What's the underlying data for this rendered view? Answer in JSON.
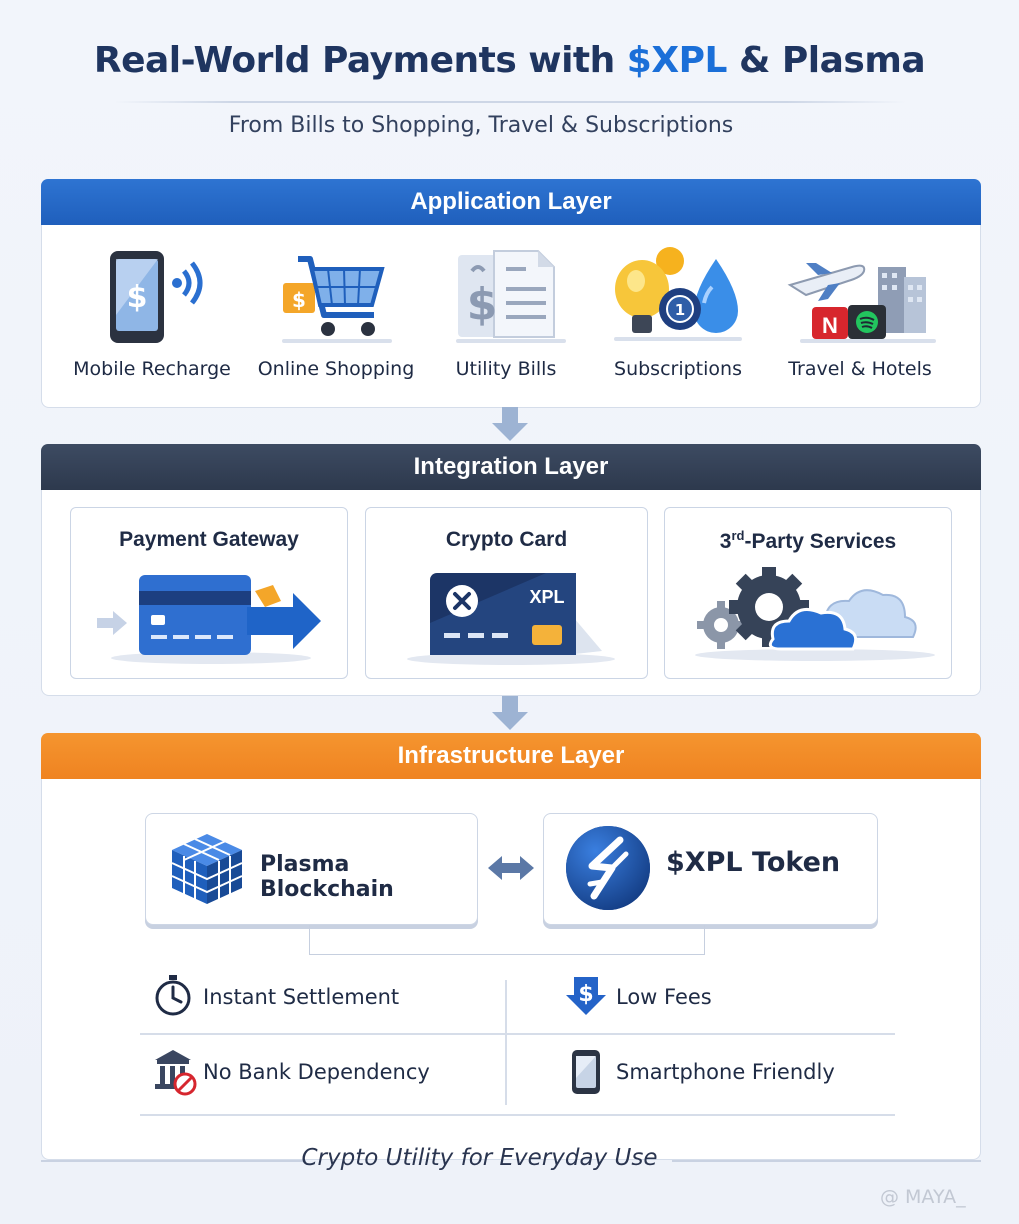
{
  "header": {
    "title_main": "Real-World Payments with ",
    "title_accent": "$XPL",
    "title_end": " & Plasma",
    "subtitle": "From Bills to Shopping, Travel & Subscriptions"
  },
  "application_layer": {
    "title": "Application Layer",
    "items": [
      {
        "label": "Mobile Recharge",
        "icon": "mobile-recharge-icon"
      },
      {
        "label": "Online Shopping",
        "icon": "shopping-cart-icon"
      },
      {
        "label": "Utility Bills",
        "icon": "bill-document-icon"
      },
      {
        "label": "Subscriptions",
        "icon": "utilities-bulb-drop-icon"
      },
      {
        "label": "Travel & Hotels",
        "icon": "travel-plane-hotel-icon"
      }
    ]
  },
  "integration_layer": {
    "title": "Integration Layer",
    "cards": [
      {
        "title": "Payment Gateway",
        "icon": "payment-card-arrow-icon"
      },
      {
        "title": "Crypto Card",
        "icon": "crypto-card-icon",
        "card_text": "XPL"
      },
      {
        "title_base": "3",
        "title_sup": "rd",
        "title_rest": "-Party Services",
        "icon": "gears-cloud-icon"
      }
    ]
  },
  "infrastructure_layer": {
    "title": "Infrastructure Layer",
    "blockchain": "Plasma Blockchain",
    "token": "$XPL Token",
    "features": [
      {
        "label": "Instant Settlement",
        "icon": "stopwatch-icon"
      },
      {
        "label": "Low Fees",
        "icon": "dollar-down-arrow-icon"
      },
      {
        "label": "No Bank Dependency",
        "icon": "no-bank-icon"
      },
      {
        "label": "Smartphone Friendly",
        "icon": "smartphone-icon"
      }
    ]
  },
  "footer": "Crypto Utility for Everyday Use",
  "watermark": "@ MAYA_",
  "colors": {
    "application": "#1f5fbc",
    "integration": "#2d394d",
    "infrastructure": "#ef8321",
    "accent": "#1b6fd8"
  }
}
